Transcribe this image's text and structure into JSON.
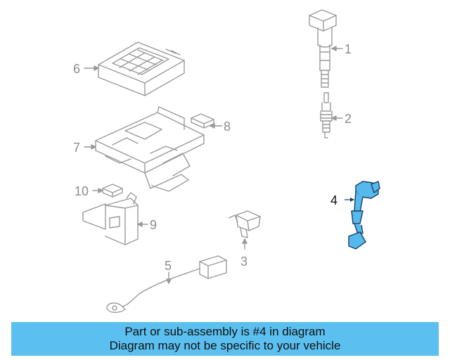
{
  "callouts": {
    "c1": "1",
    "c2": "2",
    "c3": "3",
    "c4": "4",
    "c5": "5",
    "c6": "6",
    "c7": "7",
    "c8": "8",
    "c9": "9",
    "c10": "10"
  },
  "highlight_part": "4",
  "colors": {
    "line_gray": "#9a9a9a",
    "highlight_fill": "#55b9ec",
    "highlight_stroke": "#1a3f66",
    "banner_bg": "#5bc0f0"
  },
  "banner": {
    "line1": "Part or sub-assembly is #4 in diagram",
    "line2": "Diagram may not be specific to your vehicle"
  }
}
